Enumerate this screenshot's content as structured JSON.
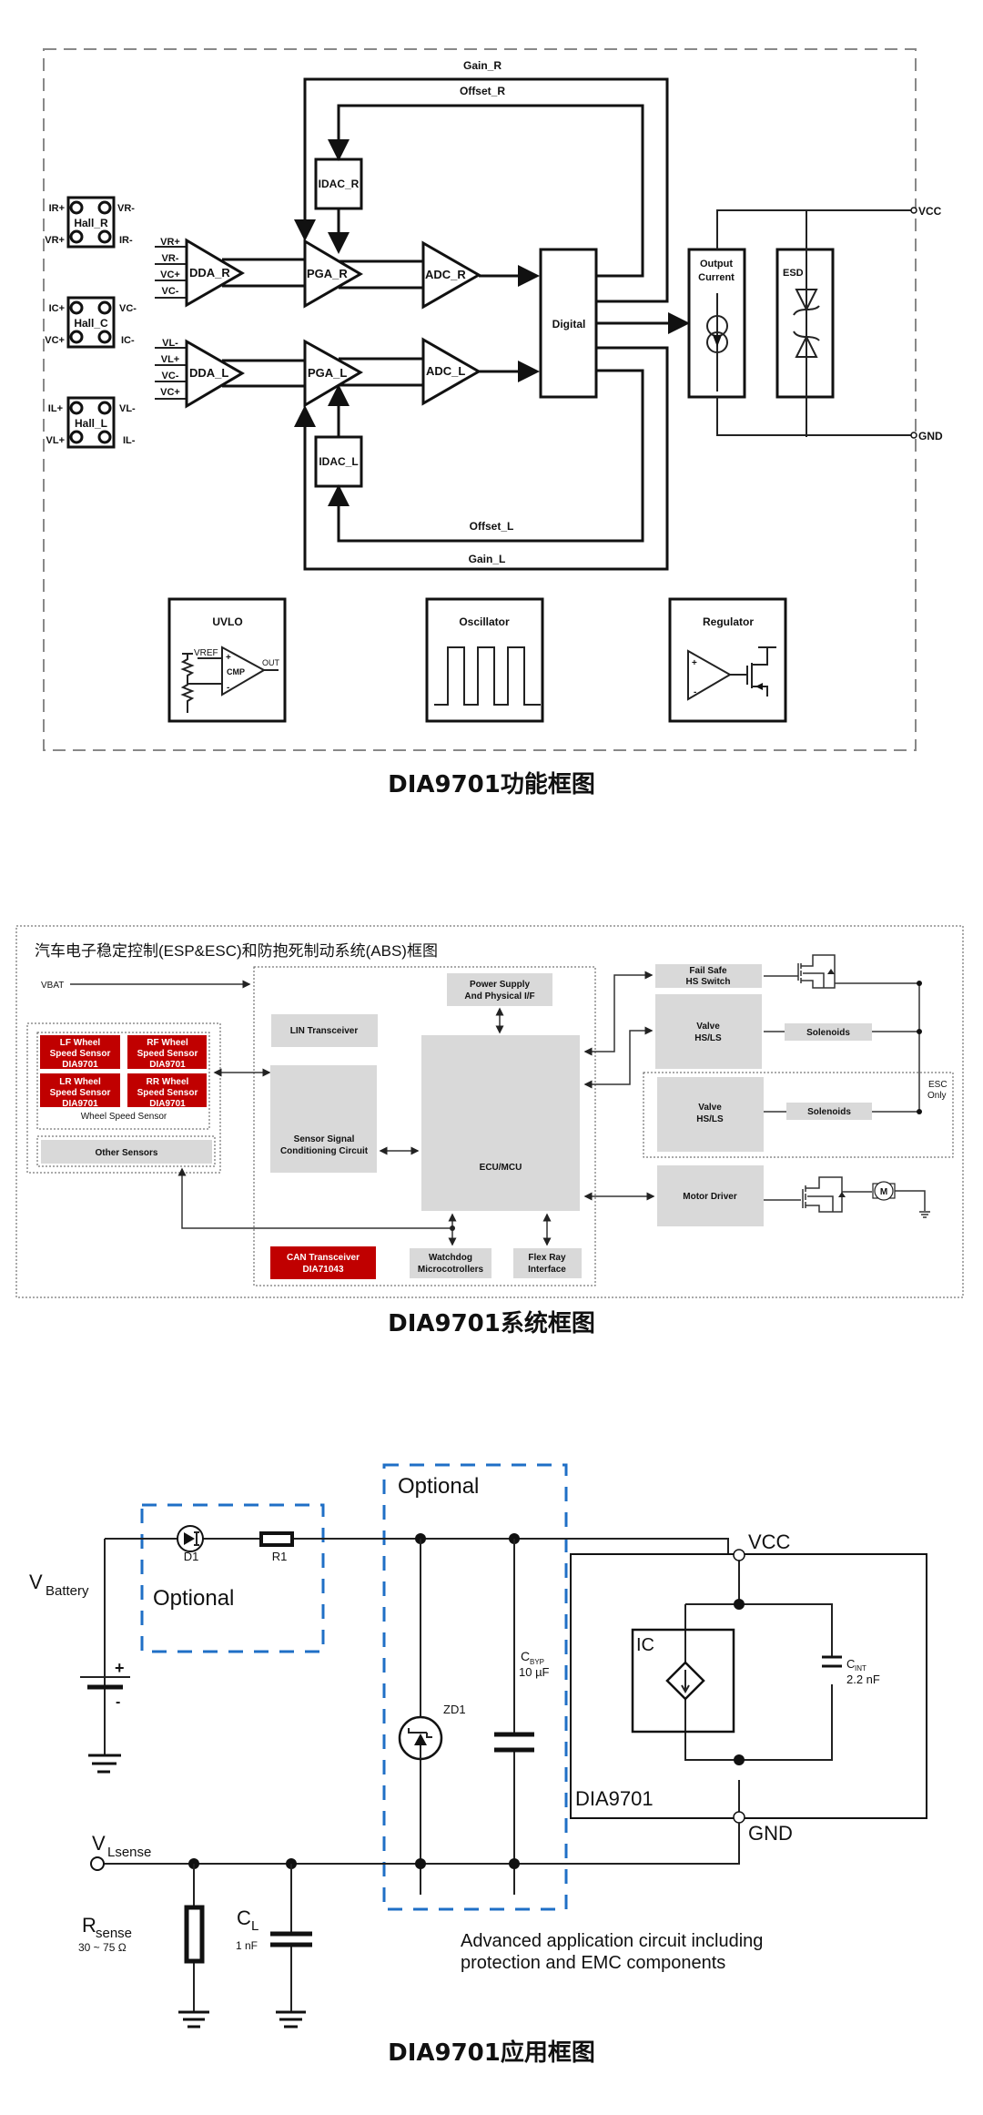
{
  "functional_diagram": {
    "caption": "DIA9701功能框图",
    "hall_sensors": [
      {
        "name": "Hall_R",
        "pins": {
          "tl": "IR+",
          "tr": "VR-",
          "bl": "VR+",
          "br": "IR-"
        }
      },
      {
        "name": "Hall_C",
        "pins": {
          "tl": "IC+",
          "tr": "VC-",
          "bl": "VC+",
          "br": "IC-"
        }
      },
      {
        "name": "Hall_L",
        "pins": {
          "tl": "IL+",
          "tr": "VL-",
          "bl": "VL+",
          "br": "IL-"
        }
      }
    ],
    "dda_r": {
      "name": "DDA_R",
      "inputs": [
        "VR+",
        "VR-",
        "VC+",
        "VC-"
      ]
    },
    "dda_l": {
      "name": "DDA_L",
      "inputs": [
        "VL-",
        "VL+",
        "VC-",
        "VC+"
      ]
    },
    "pga_r": "PGA_R",
    "pga_l": "PGA_L",
    "adc_r": "ADC_R",
    "adc_l": "ADC_L",
    "idac_r": "IDAC_R",
    "idac_l": "IDAC_L",
    "digital": "Digital",
    "gain_r": "Gain_R",
    "offset_r": "Offset_R",
    "gain_l": "Gain_L",
    "offset_l": "Offset_L",
    "output_current": [
      "Output",
      "Current"
    ],
    "esd": "ESD",
    "vcc": "VCC",
    "gnd": "GND",
    "uvlo": {
      "title": "UVLO",
      "vref": "VREF",
      "cmp": "CMP",
      "out": "OUT",
      "plus": "+",
      "minus": "-"
    },
    "oscillator": "Oscillator",
    "regulator": {
      "title": "Regulator",
      "plus": "+",
      "minus": "-"
    }
  },
  "system_diagram": {
    "caption": "DIA9701系统框图",
    "title": "汽车电子稳定控制(ESP&ESC)和防抱死制动系统(ABS)框图",
    "vbat": "VBAT",
    "wheel_sensors": [
      [
        "LF Wheel",
        "Speed Sensor",
        "DIA9701"
      ],
      [
        "RF Wheel",
        "Speed Sensor",
        "DIA9701"
      ],
      [
        "LR Wheel",
        "Speed Sensor",
        "DIA9701"
      ],
      [
        "RR Wheel",
        "Speed Sensor",
        "DIA9701"
      ]
    ],
    "wheel_group_label": "Wheel Speed Sensor",
    "other_sensors": "Other Sensors",
    "lin": "LIN Transceiver",
    "ssc": [
      "Sensor Signal",
      "Conditioning Circuit"
    ],
    "power": [
      "Power Supply",
      "And Physical I/F"
    ],
    "ecu": "ECU/MCU",
    "can": [
      "CAN Transceiver",
      "DIA71043"
    ],
    "watchdog": [
      "Watchdog",
      "Microcotrollers"
    ],
    "flexray": [
      "Flex Ray",
      "Interface"
    ],
    "failsafe": [
      "Fail Safe",
      "HS Switch"
    ],
    "valve1": [
      "Valve",
      "HS/LS"
    ],
    "valve2": [
      "Valve",
      "HS/LS"
    ],
    "solenoids1": "Solenoids",
    "solenoids2": "Solenoids",
    "esc_only": [
      "ESC",
      "Only"
    ],
    "motor_driver": "Motor Driver",
    "motor": "M",
    "colors": {
      "accent_red": "#c00000",
      "block_gray": "#d9d9d9"
    }
  },
  "application_diagram": {
    "caption": "DIA9701应用框图",
    "v_battery": {
      "main": "V",
      "sub": "Battery"
    },
    "battery_plus": "+",
    "battery_minus": "-",
    "d1": "D1",
    "r1": "R1",
    "optional_left": "Optional",
    "optional_top": "Optional",
    "zd1": "ZD1",
    "cbyp": {
      "main": "C",
      "sub": "BYP",
      "value": "10 µF"
    },
    "vcc": "VCC",
    "gnd": "GND",
    "ic": "IC",
    "cint": {
      "main": "C",
      "sub": "INT",
      "value": "2.2 nF"
    },
    "chip": "DIA9701",
    "v_lsense": {
      "main": "V",
      "sub": "Lsense"
    },
    "rsense": {
      "main": "R",
      "sub": "sense",
      "value": "30 ~ 75 Ω"
    },
    "cl": {
      "main": "C",
      "sub": "L",
      "value": "1 nF"
    },
    "note": [
      "Advanced application circuit including",
      "protection and EMC components"
    ],
    "colors": {
      "optional_box": "#1f6fc6"
    }
  }
}
